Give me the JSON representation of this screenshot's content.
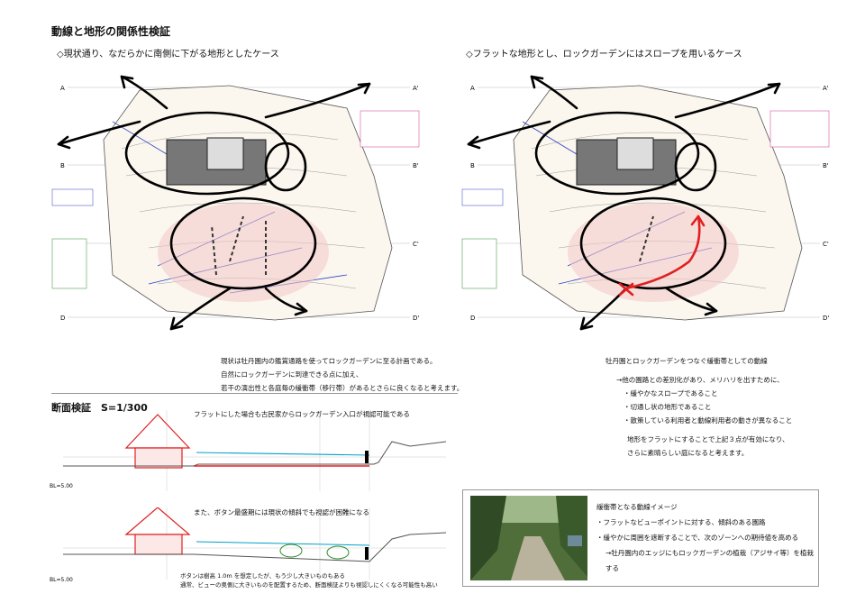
{
  "title": "動線と地形の関係性検証",
  "left_case": {
    "heading": "◇現状通り、なだらかに南側に下がる地形としたケース",
    "note_lines": [
      "現状は牡丹園内の鑑賞通路を使ってロックガーデンに至る計画である。",
      "自然にロックガーデンに到達できる点に加え、",
      "若干の演出性と各庭毎の緩衝帯（移行帯）があるとさらに良くなると考えます。"
    ]
  },
  "right_case": {
    "heading": "◇フラットな地形とし、ロックガーデンにはスロープを用いるケース",
    "note_lines": [
      "牡丹園とロックガーデンをつなぐ緩衝帯としての動線",
      "→他の園路との差別化があり、メリハリを出すために、",
      "・緩やかなスロープであること",
      "・切通し状の地形であること",
      "・散策している利用者と動線利用者の動きが異なること",
      "地形をフラットにすることで上記３点が有効になり、",
      "さらに素晴らしい庭になると考えます。"
    ]
  },
  "grid_labels": [
    "A",
    "B",
    "C",
    "D"
  ],
  "grid_labels_prime": [
    "A'",
    "B'",
    "C'",
    "D'"
  ],
  "section": {
    "heading": "断面検証　S=1/300",
    "caption1": "フラットにした場合も古民家からロックガーデン入口が視認可能である",
    "caption2": "また、ボタン最盛期には現状の傾斜でも視認が困難になる",
    "bl_label": "BL=5.00",
    "bottom_note_lines": [
      "ボタンは樹高 1.0m を想定したが、もう少し大きいものもある",
      "通常、ビューの奥側に大きいものを配置するため、断面検証よりも視認しにくくなる可能性も高い"
    ]
  },
  "image_panel": {
    "title": "緩衝帯となる動線イメージ",
    "lines": [
      "・フラットなビューポイントに対する、傾斜のある園路",
      "・緩やかに周囲を遮断することで、次のゾーンへの期待値を高める",
      "→牡丹園内のエッジにもロックガーデンの植栽（アジサイ等）を植栽する"
    ]
  },
  "colors": {
    "red": "#e02020",
    "blue": "#2a3fbf",
    "magenta": "#d0308a",
    "cyan": "#00a0c8",
    "green": "#2e8a2e"
  }
}
